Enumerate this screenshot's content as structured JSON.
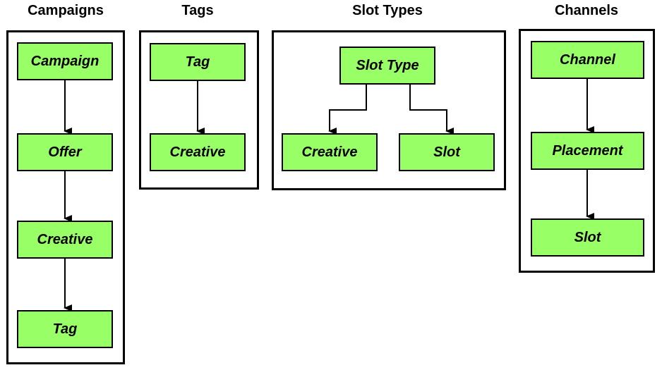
{
  "colors": {
    "background": "#FFFFFF",
    "node_fill": "#99FF66",
    "node_border": "#000000",
    "frame_border": "#000000",
    "connector": "#000000"
  },
  "groups": [
    {
      "title": "Campaigns",
      "nodes": [
        {
          "label": "Campaign"
        },
        {
          "label": "Offer"
        },
        {
          "label": "Creative"
        },
        {
          "label": "Tag"
        }
      ],
      "edges": [
        {
          "from": "Campaign",
          "to": "Offer"
        },
        {
          "from": "Offer",
          "to": "Creative"
        },
        {
          "from": "Creative",
          "to": "Tag"
        }
      ]
    },
    {
      "title": "Tags",
      "nodes": [
        {
          "label": "Tag"
        },
        {
          "label": "Creative"
        }
      ],
      "edges": [
        {
          "from": "Tag",
          "to": "Creative"
        }
      ]
    },
    {
      "title": "Slot Types",
      "nodes": [
        {
          "label": "Slot Type"
        },
        {
          "label": "Creative"
        },
        {
          "label": "Slot"
        }
      ],
      "edges": [
        {
          "from": "Slot Type",
          "to": "Creative"
        },
        {
          "from": "Slot Type",
          "to": "Slot"
        }
      ]
    },
    {
      "title": "Channels",
      "nodes": [
        {
          "label": "Channel"
        },
        {
          "label": "Placement"
        },
        {
          "label": "Slot"
        }
      ],
      "edges": [
        {
          "from": "Channel",
          "to": "Placement"
        },
        {
          "from": "Placement",
          "to": "Slot"
        }
      ]
    }
  ]
}
